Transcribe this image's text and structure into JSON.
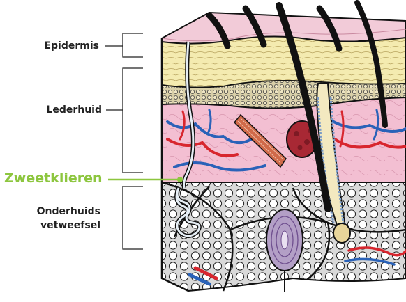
{
  "labels": {
    "epidermis": "Epidermis",
    "lederhuid": "Lederhuid",
    "zweetklieren": "Zweetklieren",
    "onderhuids_line1": "Onderhuids",
    "onderhuids_line2": "vetweefsel"
  },
  "colors": {
    "text": "#222222",
    "highlight": "#8dc63f",
    "outline": "#111111",
    "epidermis_top": "#f2c7d3",
    "epidermis_yellow": "#f2e8a8",
    "dermis": "#f0b8cf",
    "fat": "#cfcfcf",
    "artery": "#d8262e",
    "vein": "#2a62b8",
    "muscle": "#c9503a",
    "hair": "#111111",
    "pacinian": "#9b7fb3"
  },
  "icons": [
    "skin-cross-section-illustration",
    "hair-icon",
    "sweat-gland-icon",
    "blood-vessel-icon",
    "fat-cell-icon"
  ]
}
